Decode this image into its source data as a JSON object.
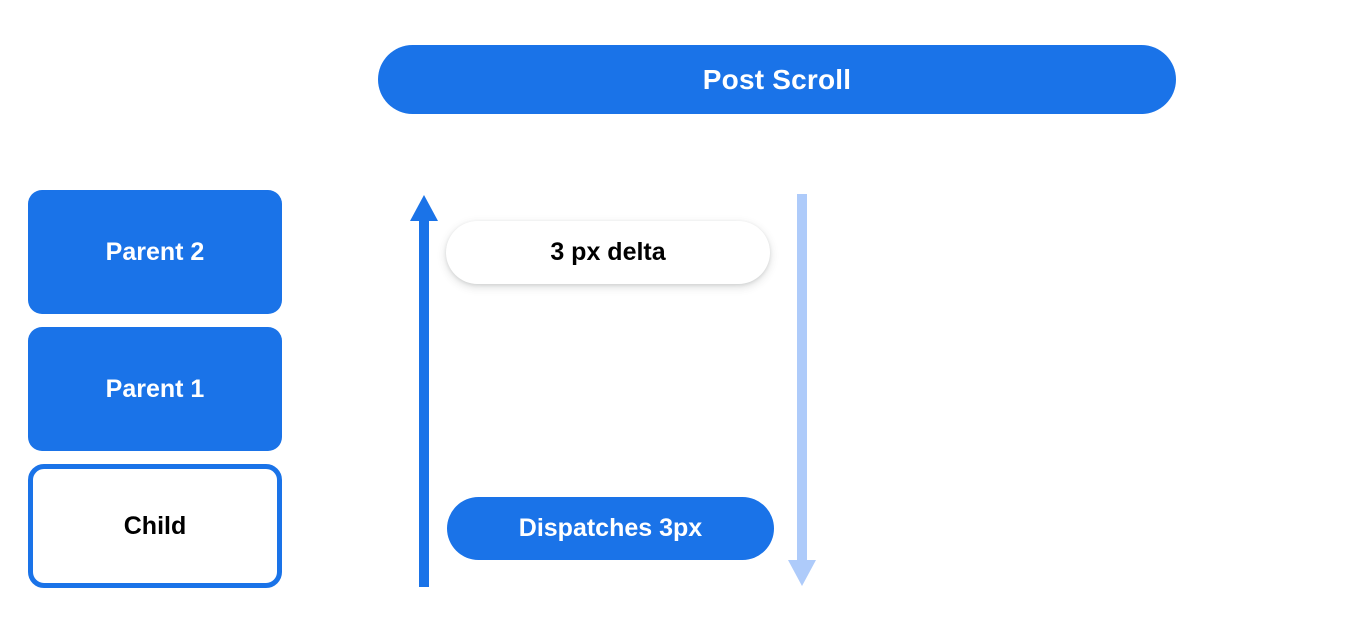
{
  "banner": {
    "label": "Post Scroll"
  },
  "stack": {
    "items": [
      {
        "label": "Parent 2",
        "style": "filled"
      },
      {
        "label": "Parent 1",
        "style": "filled"
      },
      {
        "label": "Child",
        "style": "outlined"
      }
    ]
  },
  "arrows": {
    "up": {
      "name": "scroll-up-arrow",
      "direction": "up",
      "color": "#1a73e8"
    },
    "down": {
      "name": "scroll-down-arrow",
      "direction": "down",
      "color": "#aecbfa"
    }
  },
  "pills": {
    "delta": {
      "label": "3 px delta"
    },
    "dispatch": {
      "label": "Dispatches 3px"
    }
  },
  "colors": {
    "brand_blue": "#1a73e8",
    "light_blue": "#aecbfa",
    "surface": "#ffffff",
    "text_dark": "#000000",
    "text_light": "#ffffff"
  }
}
